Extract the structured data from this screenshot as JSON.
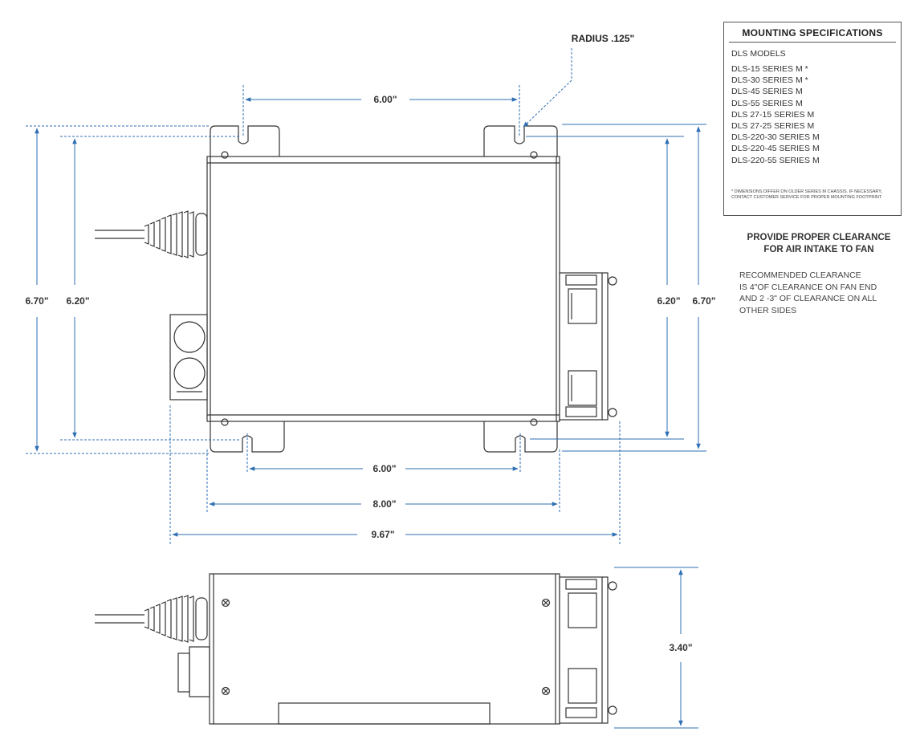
{
  "dimensions": {
    "top_hole_spacing": "6.00\"",
    "bottom_hole_spacing": "6.00\"",
    "body_length": "8.00\"",
    "overall_length": "9.67\"",
    "left_overall_height": "6.70\"",
    "left_hole_height": "6.20\"",
    "right_hole_height": "6.20\"",
    "right_overall_height": "6.70\"",
    "side_height": "3.40\"",
    "radius": "RADIUS .125\""
  },
  "mounting_specs": {
    "title": "MOUNTING SPECIFICATIONS",
    "subtitle": "DLS MODELS",
    "models": [
      "DLS-15 SERIES M *",
      "DLS-30 SERIES M *",
      "DLS-45 SERIES M",
      "DLS-55 SERIES M",
      "DLS 27-15 SERIES M",
      "DLS 27-25 SERIES M",
      "DLS-220-30 SERIES M",
      "DLS-220-45 SERIES M",
      "DLS-220-55 SERIES M"
    ],
    "note": "* DIMENSIONS DIFFER ON OLDER SERIES M CHASSIS. IF NECESSARY, CONTACT CUSTOMER SERVICE FOR PROPER MOUNTING FOOTPRINT"
  },
  "clearance": {
    "heading_line1": "PROVIDE PROPER CLEARANCE",
    "heading_line2": "FOR AIR INTAKE TO FAN",
    "text_line1": "RECOMMENDED CLEARANCE",
    "text_line2": "IS 4\"OF CLEARANCE ON FAN END",
    "text_line3": "AND 2 -3\" OF CLEARANCE ON ALL",
    "text_line4": "OTHER SIDES"
  },
  "colors": {
    "dimension": "#2f6fb3",
    "outline": "#333333"
  }
}
